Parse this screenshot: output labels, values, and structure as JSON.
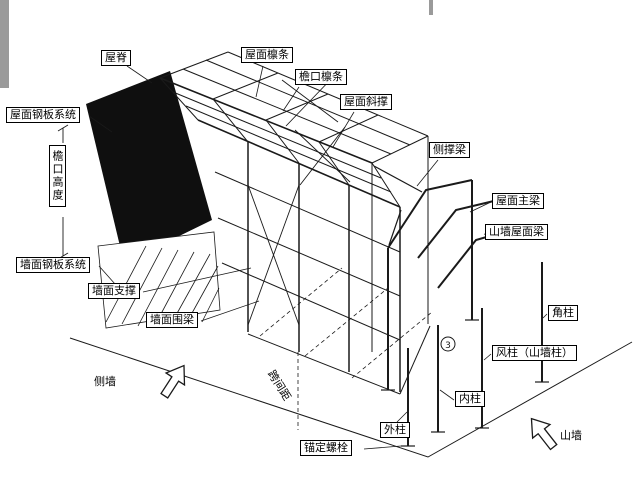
{
  "diagram_type": "steel-structure-building-exploded-diagram",
  "colors": {
    "background": "#ffffff",
    "line": "#1a1a1a",
    "roof_panel_fill": "#0f0f0f",
    "edge_bar": "#9a9a9a"
  },
  "labels": {
    "ridge": "屋脊",
    "roof_purlin": "屋面檩条",
    "eave_purlin": "檐口檩条",
    "roof_bracing": "屋面斜撑",
    "side_strut_beam": "侧撑梁",
    "roof_sheet_system": "屋面钢板系统",
    "eave_height": "檐口高度",
    "roof_main_beam": "屋面主梁",
    "gable_roof_beam": "山墙屋面梁",
    "wall_sheet_system": "墙面钢板系统",
    "wall_bracing": "墙面支撑",
    "wall_girt": "墙面围梁",
    "corner_column": "角柱",
    "wind_column": "风柱（山墙柱）",
    "side_wall": "侧墙",
    "bay_spacing": "跨间距",
    "inner_column": "内柱",
    "outer_column": "外柱",
    "anchor_bolt": "锚定螺栓",
    "gable_wall": "山墙",
    "section_marker": "3"
  }
}
